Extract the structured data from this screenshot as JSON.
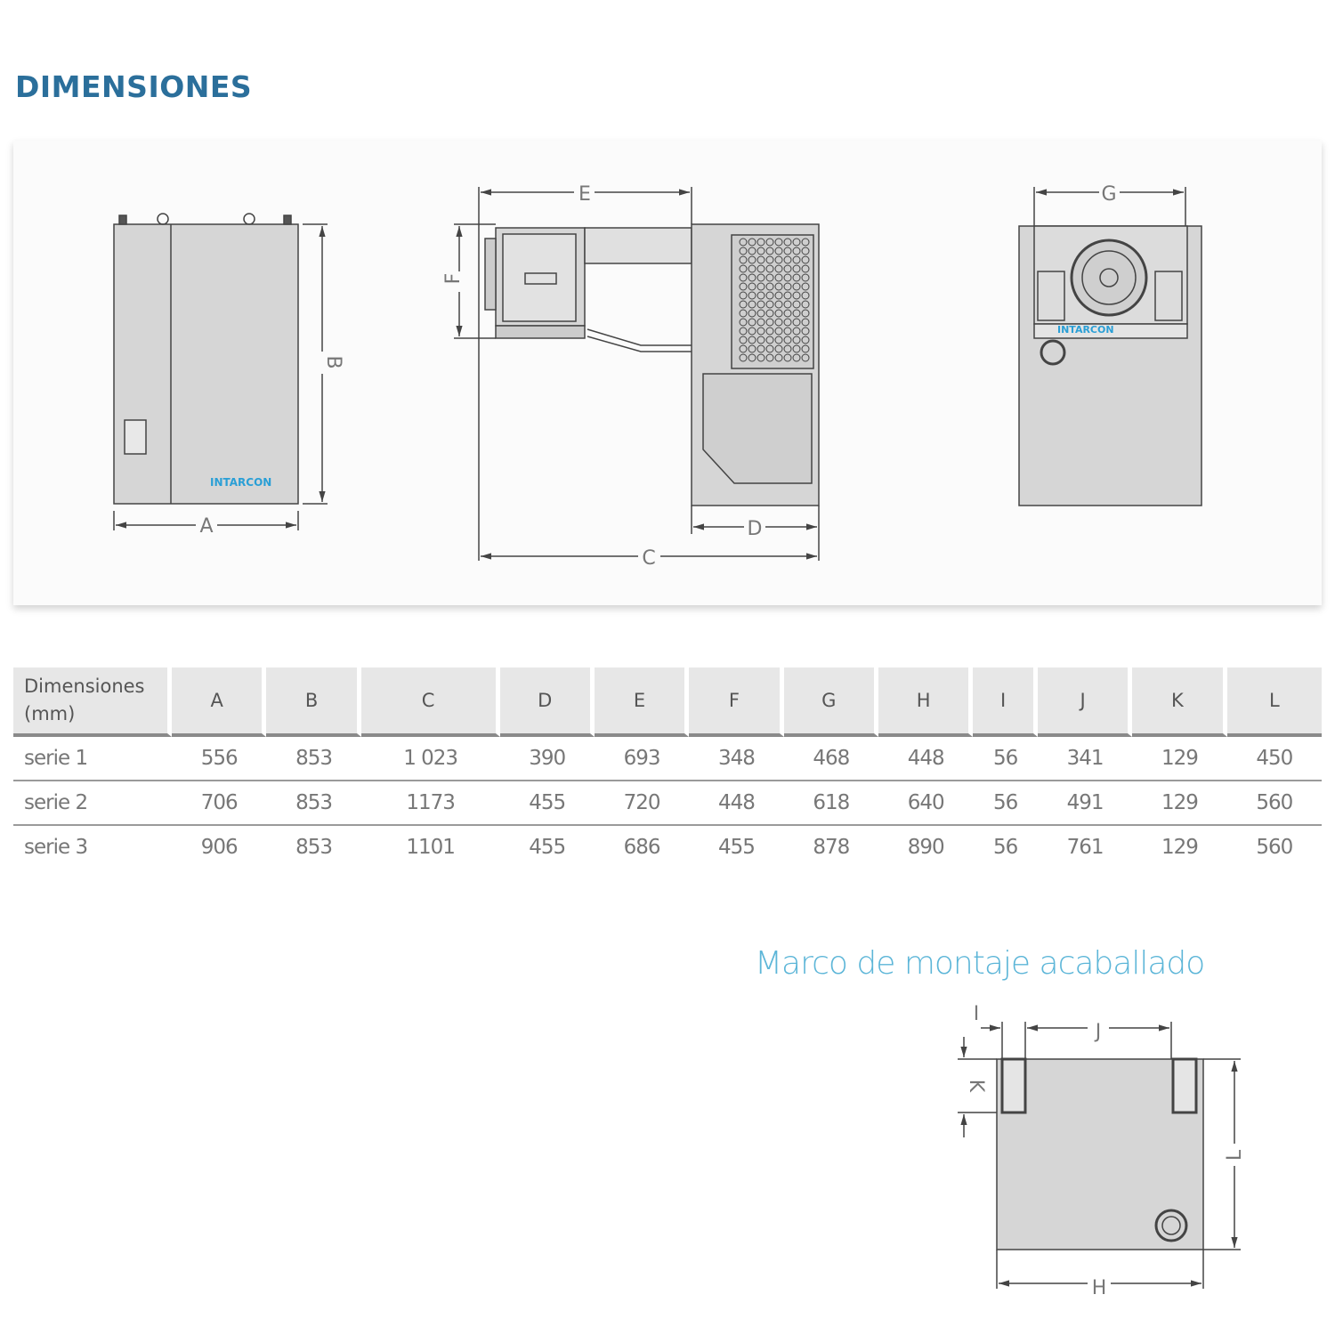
{
  "title": "DIMENSIONES",
  "drawing": {
    "brand": "INTARCON",
    "labels": {
      "A": "A",
      "B": "B",
      "C": "C",
      "D": "D",
      "E": "E",
      "F": "F",
      "G": "G",
      "H": "H",
      "I": "I",
      "J": "J",
      "K": "K",
      "L": "L"
    }
  },
  "table": {
    "header_label": [
      "Dimensiones",
      "(mm)"
    ],
    "columns": [
      "A",
      "B",
      "C",
      "D",
      "E",
      "F",
      "G",
      "H",
      "I",
      "J",
      "K",
      "L"
    ],
    "rows": [
      {
        "name": "serie 1",
        "values": [
          "556",
          "853",
          "1 023",
          "390",
          "693",
          "348",
          "468",
          "448",
          "56",
          "341",
          "129",
          "450"
        ]
      },
      {
        "name": "serie 2",
        "values": [
          "706",
          "853",
          "1173",
          "455",
          "720",
          "448",
          "618",
          "640",
          "56",
          "491",
          "129",
          "560"
        ]
      },
      {
        "name": "serie 3",
        "values": [
          "906",
          "853",
          "1101",
          "455",
          "686",
          "455",
          "878",
          "890",
          "56",
          "761",
          "129",
          "560"
        ]
      }
    ]
  },
  "subtitle": "Marco de montaje acaballado"
}
